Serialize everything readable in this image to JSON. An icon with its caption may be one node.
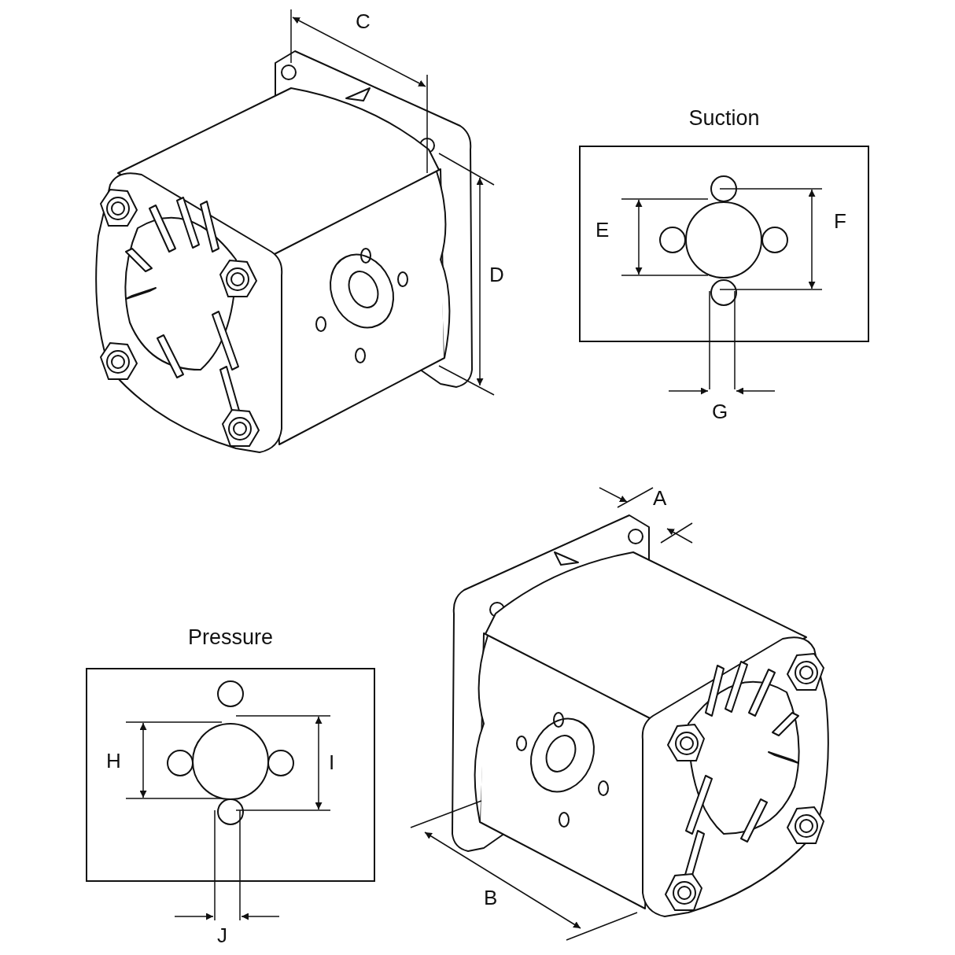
{
  "diagram": {
    "nodes": [
      {
        "text": [
          "Suction"
        ]
      },
      {
        "text": [
          "Pressure"
        ]
      }
    ],
    "labels": [
      "C",
      "D",
      "E",
      "F",
      "G",
      "A",
      "B",
      "H",
      "I",
      "J"
    ]
  }
}
